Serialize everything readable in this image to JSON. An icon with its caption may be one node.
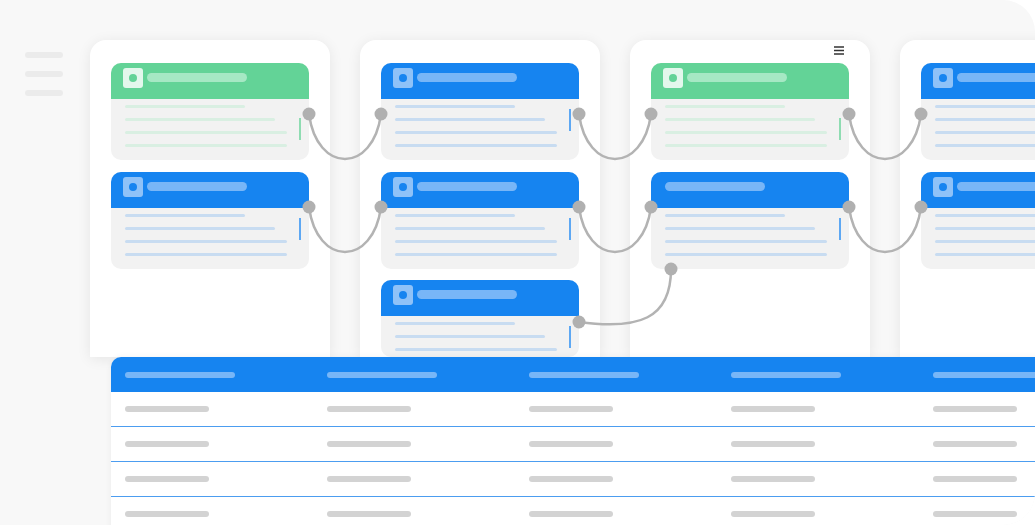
{
  "diagram": {
    "nodes": [
      {
        "text": [],
        "shape": "box"
      },
      {
        "text": [],
        "shape": "box",
        "in": 0
      },
      {
        "text": [],
        "shape": "box",
        "in": 0
      },
      {
        "text": [],
        "shape": "box"
      },
      {
        "text": [],
        "shape": "box",
        "in": 3
      },
      {
        "text": [],
        "shape": "box",
        "in": 3
      },
      {
        "text": [],
        "shape": "box",
        "in": 3
      },
      {
        "text": [],
        "shape": "box"
      },
      {
        "text": [],
        "shape": "box",
        "in": 7
      },
      {
        "text": [],
        "shape": "box",
        "in": 7
      },
      {
        "text": [],
        "shape": "box"
      },
      {
        "text": [],
        "shape": "box",
        "in": 10
      },
      {
        "text": [],
        "shape": "box",
        "in": 10
      }
    ],
    "edges": [
      {
        "from": 1,
        "to": 4,
        "arrow": "other"
      },
      {
        "from": 2,
        "to": 5,
        "arrow": "other"
      },
      {
        "from": 4,
        "to": 8,
        "arrow": "other"
      },
      {
        "from": 5,
        "to": 9,
        "arrow": "other"
      },
      {
        "from": 6,
        "to": 9,
        "arrow": "other"
      },
      {
        "from": 8,
        "to": 11,
        "arrow": "other"
      },
      {
        "from": 9,
        "to": 12,
        "arrow": "other"
      }
    ]
  }
}
